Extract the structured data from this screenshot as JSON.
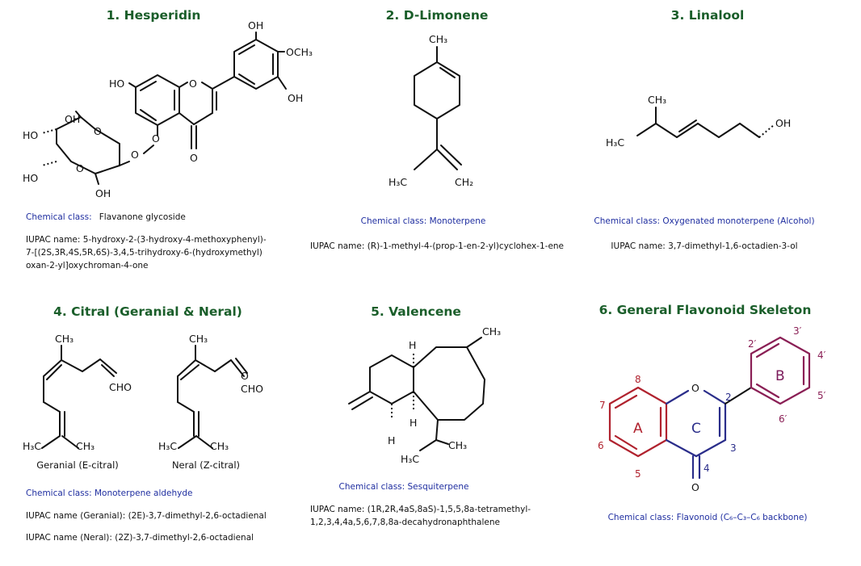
{
  "panels": [
    {
      "title": "1. Hesperidin",
      "class_label": "Chemical class:",
      "class_value": "Flavanone glycoside",
      "iupac": [
        "IUPAC name: 5-hydroxy-2-(3-hydroxy-4-methoxyphenyl)-",
        "7-[(2S,3R,4S,5R,6S)-3,4,5-trihydroxy-6-(hydroxymethyl)",
        "oxan-2-yl]oxychroman-4-one"
      ],
      "atoms": [
        "HO",
        "O",
        "O",
        "OH",
        "OCH₃",
        "OH",
        "OH",
        "HO",
        "O",
        "HO",
        "O",
        "OH",
        "O",
        "O"
      ]
    },
    {
      "title": "2. D-Limonene",
      "class_label": "Chemical class: Monoterpene",
      "iupac": [
        "IUPAC name: (R)-1-methyl-4-(prop-1-en-2-yl)cyclohex-1-ene"
      ],
      "atoms": [
        "CH₃",
        "H₃C",
        "CH₂"
      ]
    },
    {
      "title": "3. Linalool",
      "class_label": "Chemical class: Oxygenated monoterpene (Alcohol)",
      "iupac": [
        "IUPAC name: 3,7-dimethyl-1,6-octadien-3-ol"
      ],
      "atoms": [
        "CH₃",
        "H₃C",
        "OH"
      ]
    },
    {
      "title": "4. Citral (Geranial & Neral)",
      "class_label": "Chemical class: Monoterpene aldehyde",
      "iupac": [
        "IUPAC name (Geranial): (2E)-3,7-dimethyl-2,6-octadienal",
        "IUPAC name (Neral): (2Z)-3,7-dimethyl-2,6-octadienal"
      ],
      "captions": [
        "Geranial (E-citral)",
        "Neral (Z-citral)"
      ],
      "atoms": [
        "CH₃",
        "CHO",
        "H₃C",
        "CH₃",
        "CH₃",
        "O",
        "CHO",
        "H₃C",
        "CH₃"
      ]
    },
    {
      "title": "5. Valencene",
      "class_label": "Chemical class: Sesquiterpene",
      "iupac": [
        "IUPAC name: (1R,2R,4aS,8aS)-1,5,5,8a-tetramethyl-",
        "1,2,3,4,4a,5,6,7,8,8a-decahydronaphthalene"
      ],
      "atoms": [
        "CH₃",
        "H",
        "H",
        "H",
        "CH₃",
        "H₃C"
      ]
    },
    {
      "title": "6. General Flavonoid Skeleton",
      "class_label": "Chemical class: Flavonoid (C₆–C₃–C₆ backbone)",
      "rings": [
        "A",
        "B",
        "C"
      ],
      "numbers": [
        "8",
        "7",
        "6",
        "5",
        "2",
        "3",
        "4",
        "2′",
        "3′",
        "4′",
        "5′",
        "6′"
      ],
      "atoms": [
        "O",
        "O"
      ]
    }
  ],
  "colors": {
    "title": "#1a5e2a",
    "class": "#1f2ea0",
    "ringA": "#b0222e",
    "ringB": "#8a1f55",
    "ringC": "#2a2d8a"
  }
}
